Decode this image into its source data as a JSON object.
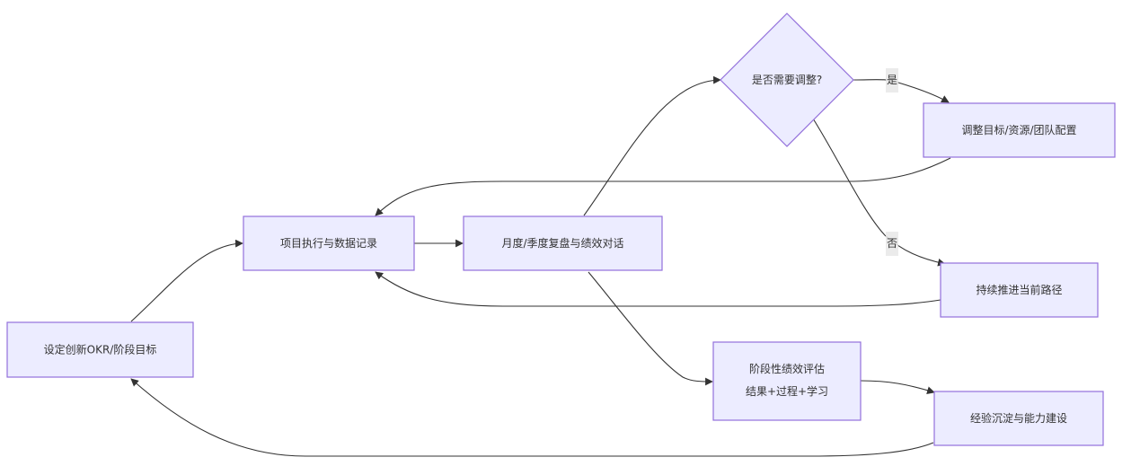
{
  "diagram": {
    "type": "flowchart",
    "colors": {
      "node_fill": "#ECECFF",
      "node_stroke": "#9370DB",
      "edge": "#333333",
      "text": "#333333",
      "edge_label_bg": "#e8e8e8"
    },
    "nodes": {
      "set_goals": {
        "label": "设定创新OKR/阶段目标"
      },
      "execute": {
        "label": "项目执行与数据记录"
      },
      "review": {
        "label": "月度/季度复盘与绩效对话"
      },
      "decision": {
        "label": "是否需要调整?"
      },
      "adjust": {
        "label": "调整目标/资源/团队配置"
      },
      "continue": {
        "label": "持续推进当前路径"
      },
      "evaluate": {
        "line1": "阶段性绩效评估",
        "line2": "结果+过程+学习"
      },
      "capability": {
        "label": "经验沉淀与能力建设"
      }
    },
    "edges": [
      {
        "from": "set_goals",
        "to": "execute",
        "label": ""
      },
      {
        "from": "execute",
        "to": "review",
        "label": ""
      },
      {
        "from": "review",
        "to": "decision",
        "label": ""
      },
      {
        "from": "decision",
        "to": "adjust",
        "label": "是"
      },
      {
        "from": "decision",
        "to": "continue",
        "label": "否"
      },
      {
        "from": "adjust",
        "to": "execute",
        "label": ""
      },
      {
        "from": "continue",
        "to": "execute",
        "label": ""
      },
      {
        "from": "review",
        "to": "evaluate",
        "label": ""
      },
      {
        "from": "evaluate",
        "to": "capability",
        "label": ""
      },
      {
        "from": "capability",
        "to": "set_goals",
        "label": ""
      }
    ],
    "edge_labels": {
      "yes": "是",
      "no": "否"
    }
  }
}
